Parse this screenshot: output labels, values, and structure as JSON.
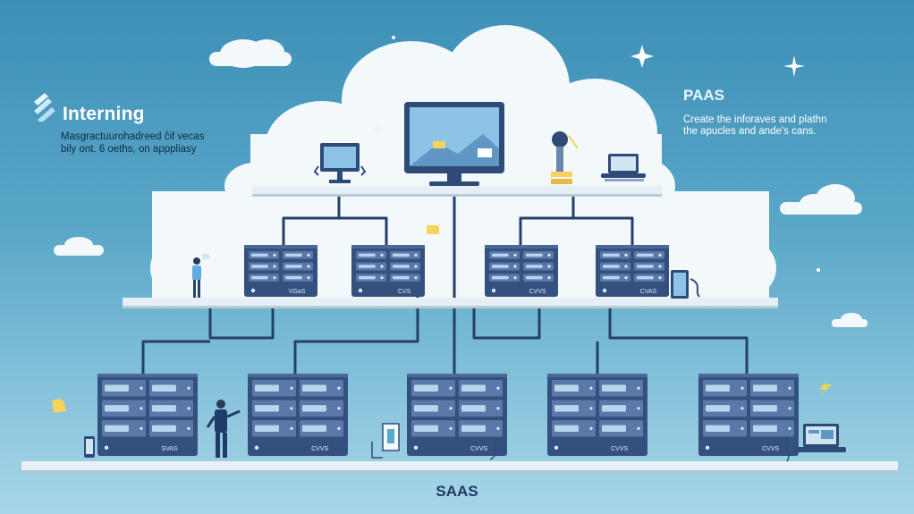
{
  "left_panel": {
    "title": "Interning",
    "body_lines": [
      "Masgractuurohadreed ĉif vecas",
      "bily ont. 6 oeths, on apppliasy"
    ]
  },
  "right_panel": {
    "title": "PAAS",
    "body_lines": [
      "Create the inforaves and plathn",
      "the apucles and ande's cans."
    ]
  },
  "bottom_label": "SAAS",
  "server_labels": {
    "middle": [
      "VGaS",
      "CVS",
      "CVVS",
      "CVAS"
    ],
    "bottom": [
      "SVAS",
      "CVVS",
      "CVVS",
      "CVVS",
      "CVVS"
    ]
  },
  "colors": {
    "bg_top": "#3d8fb6",
    "bg_bottom": "#a9d6e8",
    "cloud": "#f3f8fb",
    "shelf": "#e6eff5",
    "server_body": "#34507e",
    "server_bay": "#5b79a8",
    "wire": "#24406a",
    "accent_yellow": "#f6d35a"
  },
  "icons": [
    "logo-mark-icon",
    "monitor-icon",
    "workstation-icon",
    "microscope-icon",
    "laptop-icon",
    "tablet-icon",
    "phone-icon",
    "person-icon",
    "sparkle-icon",
    "lightning-icon",
    "folder-icon"
  ]
}
